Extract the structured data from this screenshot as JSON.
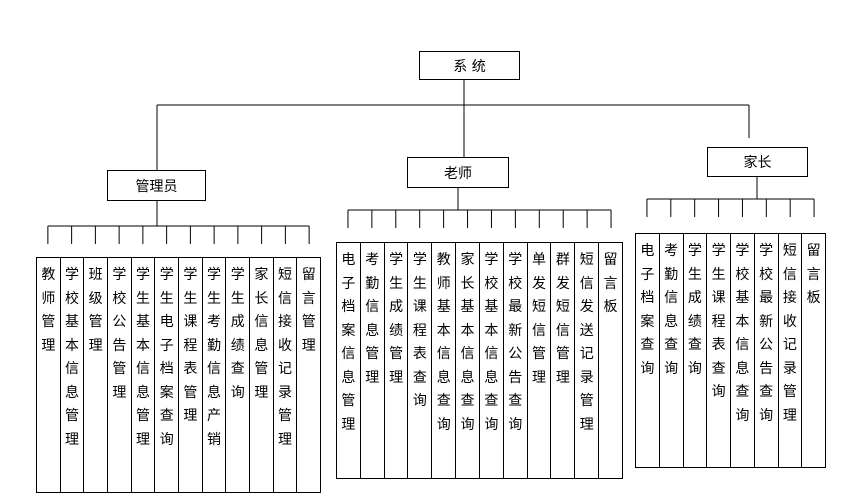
{
  "root": {
    "label": "系 统"
  },
  "roles": [
    {
      "label": "管理员",
      "leaves": [
        "教师管理",
        "学校基本信息管理",
        "班级管理",
        "学校公告管理",
        "学生基本信息管理",
        "学生电子档案查询",
        "学生课程表管理",
        "学生考勤信息产销",
        "学生成绩查询",
        "家长信息管理",
        "短信接收记录管理",
        "留言管理"
      ]
    },
    {
      "label": "老师",
      "leaves": [
        "电子档案信息管理",
        "考勤信息管理",
        "学生成绩管理",
        "学生课程表查询",
        "教师基本信息查询",
        "家长基本信息查询",
        "学校基本信息查询",
        "学校最新公告查询",
        "单发短信管理",
        "群发短信管理",
        "短信发送记录管理",
        "留言板"
      ]
    },
    {
      "label": "家长",
      "leaves": [
        "电子档案查询",
        "考勤信息查询",
        "学生成绩查询",
        "学生课程表查询",
        "学校基本信息查询",
        "学校最新公告查询",
        "短信接收记录管理",
        "留言板"
      ]
    }
  ]
}
